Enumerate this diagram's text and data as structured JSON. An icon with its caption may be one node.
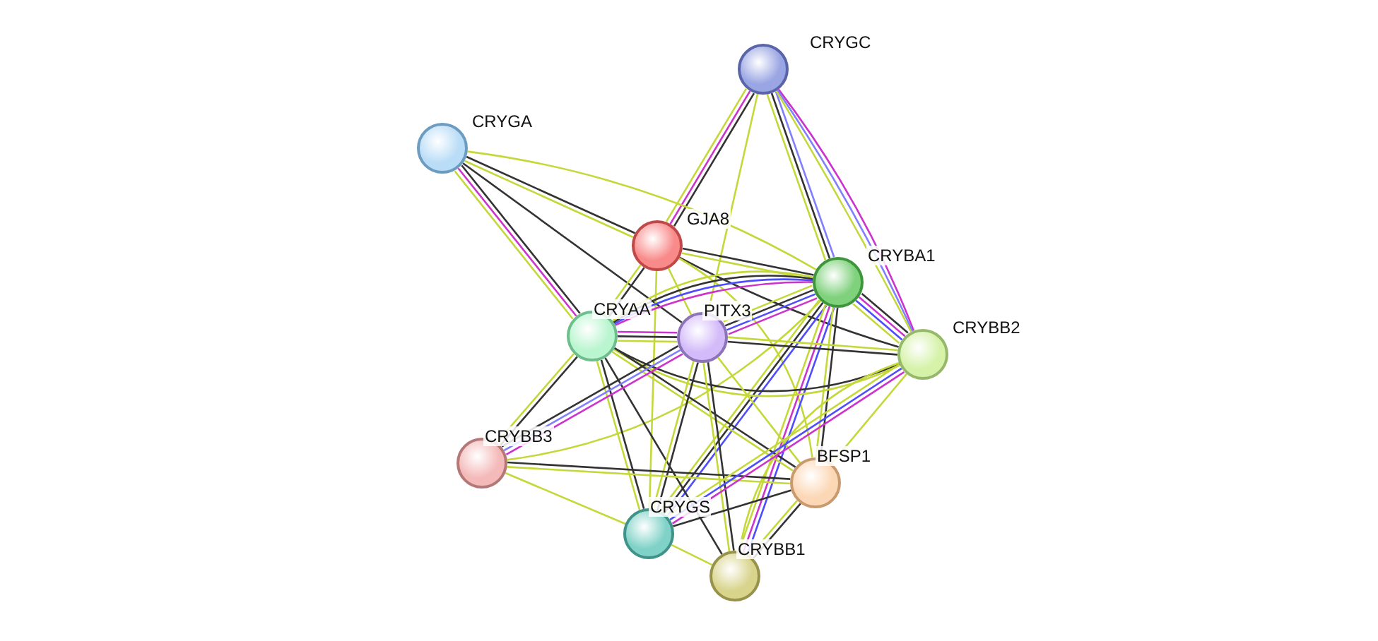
{
  "diagram": {
    "nodes": [
      {
        "text": [],
        "shape": "circle",
        "beside": [
          "CRYGC"
        ]
      },
      {
        "text": [],
        "shape": "circle",
        "beside": [
          "CRYGA"
        ]
      },
      {
        "text": [],
        "shape": "circle",
        "beside": [
          "GJA8"
        ]
      },
      {
        "text": [],
        "shape": "circle",
        "beside": [
          "CRYBA1"
        ]
      },
      {
        "text": [],
        "shape": "circle",
        "beside": [
          "CRYAA"
        ]
      },
      {
        "text": [],
        "shape": "circle",
        "beside": [
          "PITX3"
        ]
      },
      {
        "text": [],
        "shape": "circle",
        "beside": [
          "CRYBB2"
        ]
      },
      {
        "text": [],
        "shape": "circle",
        "beside": [
          "CRYBB3"
        ]
      },
      {
        "text": [],
        "shape": "circle",
        "beside": [
          "BFSP1"
        ]
      },
      {
        "text": [],
        "shape": "circle",
        "beside": [
          "CRYGS"
        ]
      },
      {
        "text": [],
        "shape": "circle",
        "beside": [
          "CRYBB1"
        ]
      }
    ],
    "edges": [
      {
        "from": 0,
        "to": 2,
        "arrow": "none",
        "color": "#333333"
      },
      {
        "from": 0,
        "to": 2,
        "arrow": "none",
        "color": "#cc33cc"
      },
      {
        "from": 0,
        "to": 2,
        "arrow": "none",
        "color": "#c5d83a"
      },
      {
        "from": 0,
        "to": 3,
        "arrow": "none",
        "color": "#8080ff"
      },
      {
        "from": 0,
        "to": 3,
        "arrow": "none",
        "color": "#333333"
      },
      {
        "from": 0,
        "to": 3,
        "arrow": "none",
        "color": "#c5d83a"
      },
      {
        "from": 0,
        "to": 6,
        "arrow": "none",
        "color": "#cc33cc"
      },
      {
        "from": 0,
        "to": 6,
        "arrow": "none",
        "color": "#8080ff"
      },
      {
        "from": 0,
        "to": 6,
        "arrow": "none",
        "color": "#c5d83a"
      },
      {
        "from": 0,
        "to": 5,
        "arrow": "none",
        "color": "#c5d83a"
      },
      {
        "from": 1,
        "to": 2,
        "arrow": "none",
        "color": "#333333"
      },
      {
        "from": 1,
        "to": 2,
        "arrow": "none",
        "color": "#c5d83a"
      },
      {
        "from": 1,
        "to": 4,
        "arrow": "none",
        "color": "#333333"
      },
      {
        "from": 1,
        "to": 4,
        "arrow": "none",
        "color": "#cc33cc"
      },
      {
        "from": 1,
        "to": 4,
        "arrow": "none",
        "color": "#c5d83a"
      },
      {
        "from": 1,
        "to": 3,
        "arrow": "none",
        "color": "#c5d83a"
      },
      {
        "from": 1,
        "to": 5,
        "arrow": "none",
        "color": "#333333"
      },
      {
        "from": 2,
        "to": 3,
        "arrow": "none",
        "color": "#333333"
      },
      {
        "from": 2,
        "to": 3,
        "arrow": "none",
        "color": "#c5d83a"
      },
      {
        "from": 2,
        "to": 6,
        "arrow": "none",
        "color": "#333333"
      },
      {
        "from": 2,
        "to": 4,
        "arrow": "none",
        "color": "#333333"
      },
      {
        "from": 2,
        "to": 4,
        "arrow": "none",
        "color": "#c5d83a"
      },
      {
        "from": 2,
        "to": 5,
        "arrow": "none",
        "color": "#c5d83a"
      },
      {
        "from": 2,
        "to": 9,
        "arrow": "none",
        "color": "#c5d83a"
      },
      {
        "from": 2,
        "to": 8,
        "arrow": "none",
        "color": "#c5d83a"
      },
      {
        "from": 3,
        "to": 4,
        "arrow": "none",
        "color": "#cc33cc"
      },
      {
        "from": 3,
        "to": 4,
        "arrow": "none",
        "color": "#4d4dff"
      },
      {
        "from": 3,
        "to": 4,
        "arrow": "none",
        "color": "#333333"
      },
      {
        "from": 3,
        "to": 4,
        "arrow": "none",
        "color": "#c5d83a"
      },
      {
        "from": 3,
        "to": 5,
        "arrow": "none",
        "color": "#cc33cc"
      },
      {
        "from": 3,
        "to": 5,
        "arrow": "none",
        "color": "#4d4dff"
      },
      {
        "from": 3,
        "to": 5,
        "arrow": "none",
        "color": "#333333"
      },
      {
        "from": 3,
        "to": 5,
        "arrow": "none",
        "color": "#c5d83a"
      },
      {
        "from": 3,
        "to": 6,
        "arrow": "none",
        "color": "#333333"
      },
      {
        "from": 3,
        "to": 6,
        "arrow": "none",
        "color": "#cc33cc"
      },
      {
        "from": 3,
        "to": 6,
        "arrow": "none",
        "color": "#4d4dff"
      },
      {
        "from": 3,
        "to": 6,
        "arrow": "none",
        "color": "#c5d83a"
      },
      {
        "from": 3,
        "to": 9,
        "arrow": "none",
        "color": "#4d4dff"
      },
      {
        "from": 3,
        "to": 9,
        "arrow": "none",
        "color": "#333333"
      },
      {
        "from": 3,
        "to": 9,
        "arrow": "none",
        "color": "#c5d83a"
      },
      {
        "from": 3,
        "to": 10,
        "arrow": "none",
        "color": "#4d4dff"
      },
      {
        "from": 3,
        "to": 10,
        "arrow": "none",
        "color": "#cc33cc"
      },
      {
        "from": 3,
        "to": 10,
        "arrow": "none",
        "color": "#c5d83a"
      },
      {
        "from": 3,
        "to": 8,
        "arrow": "none",
        "color": "#333333"
      },
      {
        "from": 3,
        "to": 8,
        "arrow": "none",
        "color": "#c5d83a"
      },
      {
        "from": 3,
        "to": 7,
        "arrow": "none",
        "color": "#c5d83a"
      },
      {
        "from": 4,
        "to": 5,
        "arrow": "none",
        "color": "#cc33cc"
      },
      {
        "from": 4,
        "to": 5,
        "arrow": "none",
        "color": "#333333"
      },
      {
        "from": 4,
        "to": 5,
        "arrow": "none",
        "color": "#c5d83a"
      },
      {
        "from": 4,
        "to": 6,
        "arrow": "none",
        "color": "#333333"
      },
      {
        "from": 4,
        "to": 6,
        "arrow": "none",
        "color": "#c5d83a"
      },
      {
        "from": 4,
        "to": 7,
        "arrow": "none",
        "color": "#333333"
      },
      {
        "from": 4,
        "to": 7,
        "arrow": "none",
        "color": "#c5d83a"
      },
      {
        "from": 4,
        "to": 9,
        "arrow": "none",
        "color": "#333333"
      },
      {
        "from": 4,
        "to": 9,
        "arrow": "none",
        "color": "#c5d83a"
      },
      {
        "from": 4,
        "to": 10,
        "arrow": "none",
        "color": "#333333"
      },
      {
        "from": 4,
        "to": 8,
        "arrow": "none",
        "color": "#333333"
      },
      {
        "from": 4,
        "to": 8,
        "arrow": "none",
        "color": "#c5d83a"
      },
      {
        "from": 5,
        "to": 6,
        "arrow": "none",
        "color": "#c5d83a"
      },
      {
        "from": 5,
        "to": 6,
        "arrow": "none",
        "color": "#333333"
      },
      {
        "from": 5,
        "to": 7,
        "arrow": "none",
        "color": "#cc33cc"
      },
      {
        "from": 5,
        "to": 7,
        "arrow": "none",
        "color": "#8080ff"
      },
      {
        "from": 5,
        "to": 7,
        "arrow": "none",
        "color": "#333333"
      },
      {
        "from": 5,
        "to": 9,
        "arrow": "none",
        "color": "#333333"
      },
      {
        "from": 5,
        "to": 9,
        "arrow": "none",
        "color": "#c5d83a"
      },
      {
        "from": 5,
        "to": 10,
        "arrow": "none",
        "color": "#333333"
      },
      {
        "from": 5,
        "to": 10,
        "arrow": "none",
        "color": "#c5d83a"
      },
      {
        "from": 5,
        "to": 8,
        "arrow": "none",
        "color": "#c5d83a"
      },
      {
        "from": 6,
        "to": 10,
        "arrow": "none",
        "color": "#c5d83a"
      },
      {
        "from": 6,
        "to": 8,
        "arrow": "none",
        "color": "#c5d83a"
      },
      {
        "from": 7,
        "to": 8,
        "arrow": "none",
        "color": "#333333"
      },
      {
        "from": 7,
        "to": 8,
        "arrow": "none",
        "color": "#c5d83a"
      },
      {
        "from": 7,
        "to": 9,
        "arrow": "none",
        "color": "#c5d83a"
      },
      {
        "from": 9,
        "to": 8,
        "arrow": "none",
        "color": "#333333"
      },
      {
        "from": 9,
        "to": 10,
        "arrow": "none",
        "color": "#c5d83a"
      },
      {
        "from": 8,
        "to": 10,
        "arrow": "none",
        "color": "#333333"
      },
      {
        "from": 8,
        "to": 10,
        "arrow": "none",
        "color": "#c5d83a"
      },
      {
        "from": 9,
        "to": 6,
        "arrow": "none",
        "color": "#cc33cc"
      },
      {
        "from": 9,
        "to": 6,
        "arrow": "none",
        "color": "#4d4dff"
      },
      {
        "from": 9,
        "to": 6,
        "arrow": "none",
        "color": "#c5d83a"
      }
    ]
  }
}
